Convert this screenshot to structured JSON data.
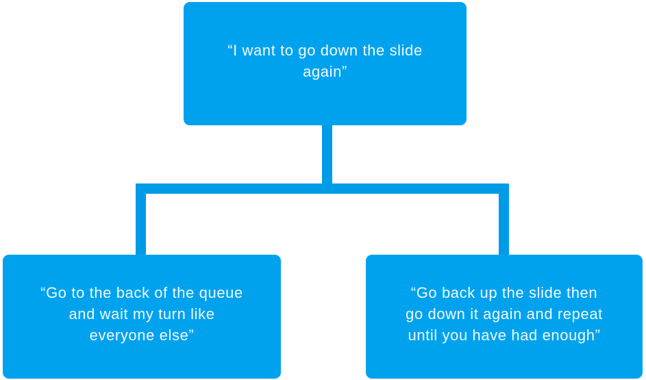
{
  "colors": {
    "box": "#00A2EE",
    "line": "#009BE7",
    "text": "#FFFFFF",
    "background": "#FFFFFF"
  },
  "nodes": {
    "root": {
      "text": "“I want to go down the slide\nagain”"
    },
    "left": {
      "text": "“Go to the back of the queue\nand wait my turn like\neveryone else”"
    },
    "right": {
      "text": "“Go back up the slide then\ngo down it again and repeat\nuntil you have had enough”"
    }
  }
}
